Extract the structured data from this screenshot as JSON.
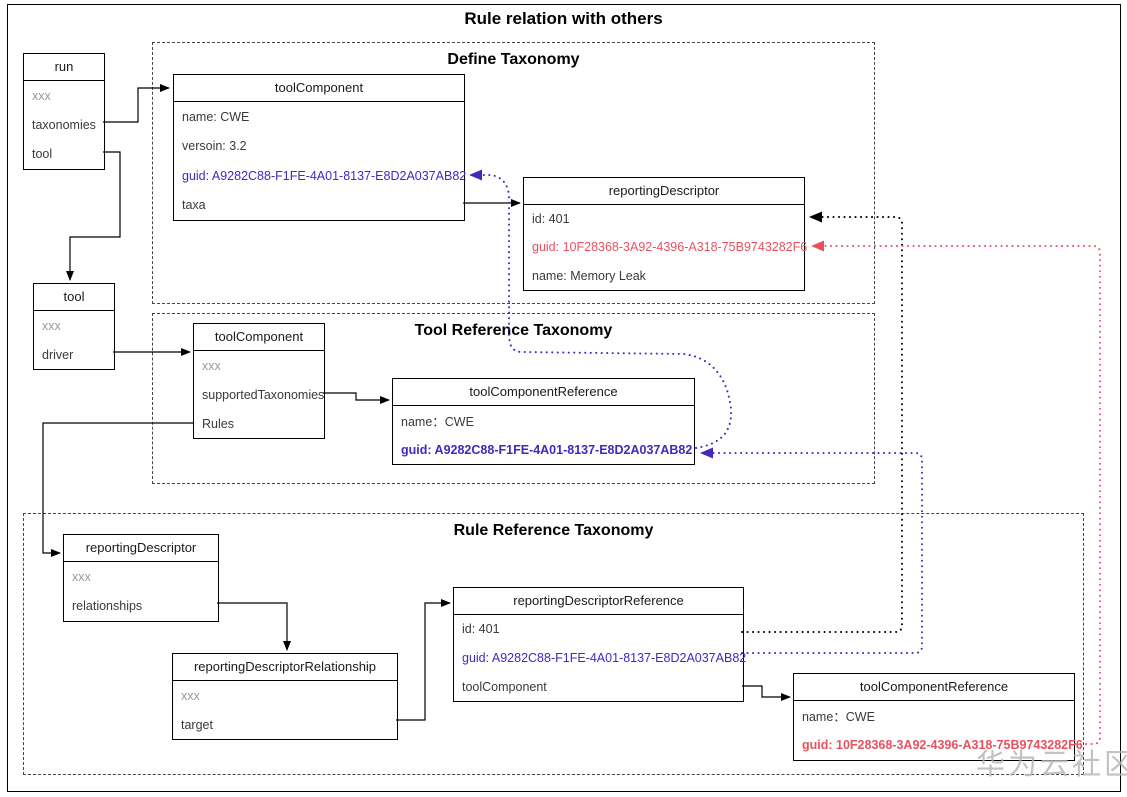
{
  "page_title": "Rule relation with others",
  "watermark": "华为云社区",
  "colors": {
    "accent_purple": "#4527be",
    "accent_red": "#e8515f",
    "text_dark": "#3a3a3a",
    "text_gray": "#999999",
    "watermark_gray": "#b4b4b4",
    "line_black": "#000000"
  },
  "sections": {
    "define": {
      "label": "Define Taxonomy"
    },
    "tool_ref": {
      "label": "Tool Reference Taxonomy"
    },
    "rule_ref": {
      "label": "Rule Reference Taxonomy"
    }
  },
  "boxes": {
    "run": {
      "title": "run",
      "rows": [
        "xxx",
        "taxonomies",
        "tool"
      ]
    },
    "tool": {
      "title": "tool",
      "rows": [
        "xxx",
        "driver"
      ]
    },
    "tool_component_define": {
      "title": "toolComponent",
      "rows": [
        "name: CWE",
        "versoin: 3.2",
        "guid: A9282C88-F1FE-4A01-8137-E8D2A037AB82",
        "taxa"
      ]
    },
    "reporting_descriptor_define": {
      "title": "reportingDescriptor",
      "rows": [
        "id: 401",
        "guid: 10F28368-3A92-4396-A318-75B9743282F6",
        "name: Memory Leak"
      ]
    },
    "tool_component_toolref": {
      "title": "toolComponent",
      "rows": [
        "xxx",
        "supportedTaxonomies",
        "Rules"
      ]
    },
    "tool_component_reference_toolref": {
      "title": "toolComponentReference",
      "rows": [
        "name：CWE",
        "guid: A9282C88-F1FE-4A01-8137-E8D2A037AB82"
      ]
    },
    "reporting_descriptor_ruleref": {
      "title": "reportingDescriptor",
      "rows": [
        "xxx",
        "relationships"
      ]
    },
    "reporting_descriptor_relationship": {
      "title": "reportingDescriptorRelationship",
      "rows": [
        "xxx",
        "target"
      ]
    },
    "reporting_descriptor_reference": {
      "title": "reportingDescriptorReference",
      "rows": [
        "id: 401",
        "guid: A9282C88-F1FE-4A01-8137-E8D2A037AB82",
        "toolComponent"
      ]
    },
    "tool_component_reference_ruleref": {
      "title": "toolComponentReference",
      "rows": [
        "name：CWE",
        "guid: 10F28368-3A92-4396-A318-75B9743282F6"
      ]
    }
  }
}
